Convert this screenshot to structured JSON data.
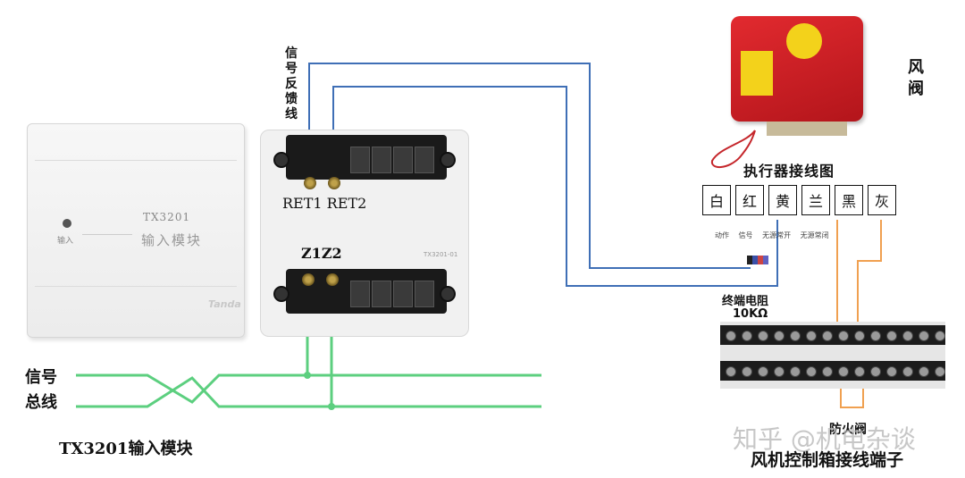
{
  "module": {
    "model": "TX3201",
    "name": "输入模块",
    "led_label": "输入",
    "brand": "Tanda",
    "caption": "TX3201输入模块"
  },
  "base": {
    "feedback_label": [
      "信",
      "号",
      "反",
      "馈",
      "线"
    ],
    "ret_labels": "RET1 RET2",
    "z_labels": "Z1Z2",
    "tag": "TX3201-01"
  },
  "bus": {
    "label_line1": "信号",
    "label_line2": "总线"
  },
  "actuator": {
    "label": [
      "风",
      "阀"
    ],
    "diagram_title": "执行器接线图",
    "terminals": [
      "白",
      "红",
      "黄",
      "兰",
      "黑",
      "灰"
    ],
    "bottom_notes": "动作 信号 无源常开 无源常闭",
    "resistor_label_line1": "终端电阻",
    "resistor_label_line2": "10KΩ"
  },
  "terminal_box": {
    "caption": "风机控制箱接线端子",
    "fire_label": "防火阀"
  },
  "watermark": "知乎 @机电杂谈",
  "colors": {
    "feedback_wire": "#3f6fb6",
    "bus_wire": "#5ccf7f",
    "orange_wire": "#f0a050"
  }
}
